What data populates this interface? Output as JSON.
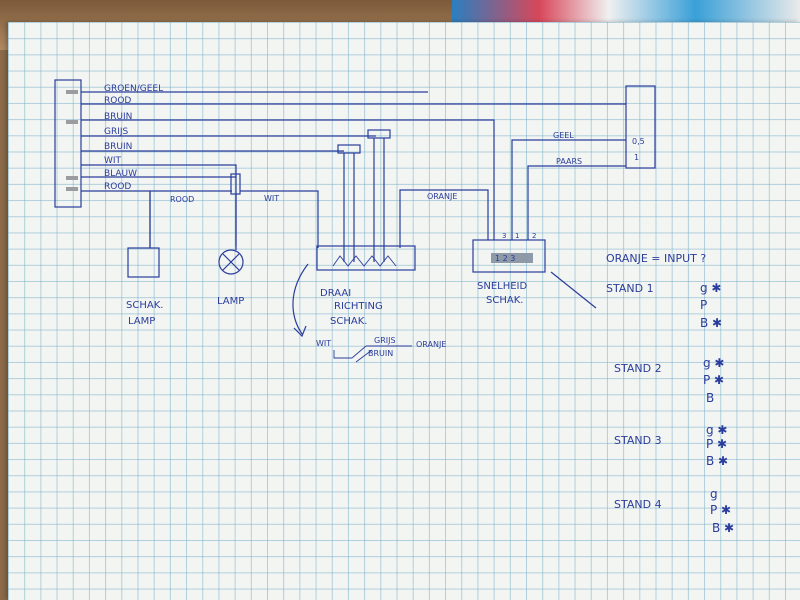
{
  "wires": [
    {
      "label": "GROEN/GEEL"
    },
    {
      "label": "ROOD"
    },
    {
      "label": "BRUIN"
    },
    {
      "label": "GRIJS"
    },
    {
      "label": "BRUIN"
    },
    {
      "label": "WIT"
    },
    {
      "label": "BLAUW"
    },
    {
      "label": "ROOD"
    }
  ],
  "wire_labels": {
    "rood_to_switch": "ROOD",
    "wit_to_motor": "WIT",
    "oranje": "ORANJE",
    "geel": "GEEL",
    "paars": "PAARS"
  },
  "right_terminals": {
    "t1": "0,5",
    "t2": "1"
  },
  "speed_pins": [
    "3",
    "1",
    "2"
  ],
  "speed_inner": "1 2 3",
  "components": {
    "schak_lamp": [
      "SCHAK.",
      "LAMP"
    ],
    "lamp": "LAMP",
    "draai": [
      "DRAAI",
      "RICHTING",
      "SCHAK."
    ],
    "snelheid": [
      "SNELHEID",
      "SCHAK."
    ]
  },
  "switch_detail": {
    "wit": "WIT",
    "grijs": "GRIJS",
    "bruin": "BRUIN",
    "oranje": "ORANJE"
  },
  "notes": {
    "input": "ORANJE = INPUT ?",
    "stands": [
      {
        "label": "STAND 1",
        "lines": [
          "g ✱",
          "P",
          "B ✱"
        ]
      },
      {
        "label": "STAND 2",
        "lines": [
          "g ✱",
          "P ✱",
          "B"
        ]
      },
      {
        "label": "STAND 3",
        "lines": [
          "g ✱",
          "P ✱",
          "B ✱"
        ]
      },
      {
        "label": "STAND 4",
        "lines": [
          "g",
          "P ✱",
          "B ✱"
        ]
      }
    ]
  },
  "colors": {
    "ink": "#2b3d9c",
    "grid": "#78afc8",
    "paper": "#f3f5f3"
  }
}
